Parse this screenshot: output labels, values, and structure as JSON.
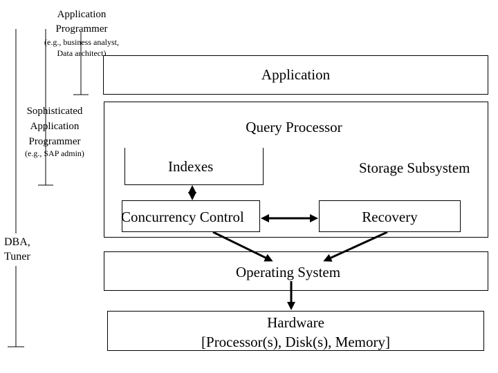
{
  "roles": {
    "app_programmer": {
      "line1": "Application",
      "line2": "Programmer",
      "example1": "(e.g., business analyst,",
      "example2": "Data architect)"
    },
    "sophisticated_programmer": {
      "line1": "Sophisticated",
      "line2": "Application",
      "line3": "Programmer",
      "example": "(e.g., SAP admin)"
    },
    "dba": {
      "line1": "DBA,",
      "line2": "Tuner"
    }
  },
  "layers": {
    "application": "Application",
    "query_processor": "Query Processor",
    "storage_subsystem": "Storage Subsystem",
    "indexes": "Indexes",
    "concurrency_control": "Concurrency Control",
    "recovery": "Recovery",
    "operating_system": "Operating System",
    "hardware_line1": "Hardware",
    "hardware_line2": "[Processor(s), Disk(s), Memory]"
  }
}
